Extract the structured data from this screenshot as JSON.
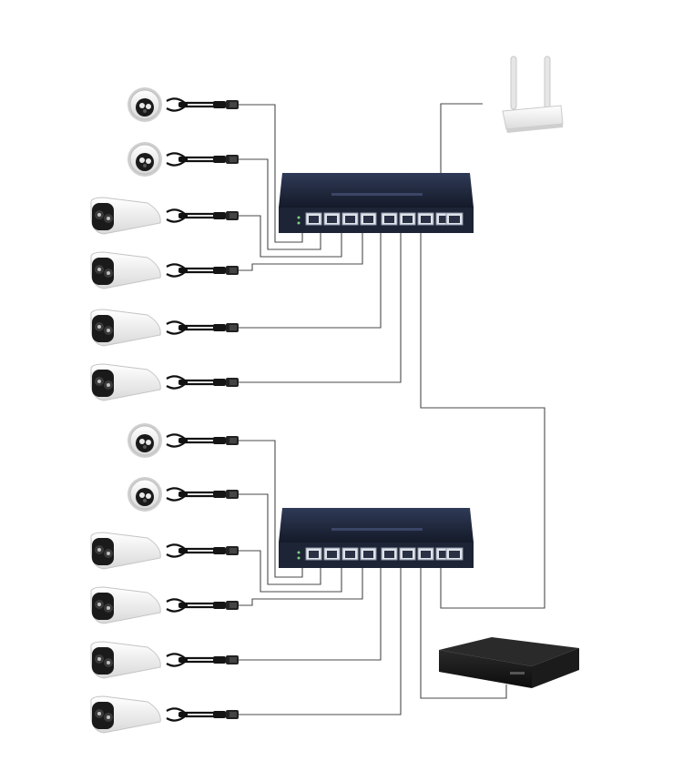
{
  "diagram": {
    "type": "network-topology",
    "colors": {
      "background": "#ffffff",
      "wire": "#4a4a4a",
      "switch_body": "#1c2436",
      "switch_top": "#2b3550",
      "port": "#dfe3ea",
      "camera_body": "#f2f2f2",
      "camera_lens": "#1a1a1a",
      "router_body": "#f5f5f5",
      "nvr_body": "#151515"
    },
    "devices": [
      {
        "id": "router",
        "kind": "wifi-router"
      },
      {
        "id": "switch-top",
        "kind": "poe-switch",
        "ports": 9
      },
      {
        "id": "switch-bottom",
        "kind": "poe-switch",
        "ports": 9
      },
      {
        "id": "nvr",
        "kind": "nvr-recorder"
      },
      {
        "id": "cam-1",
        "kind": "dome-camera",
        "group": "top"
      },
      {
        "id": "cam-2",
        "kind": "dome-camera",
        "group": "top"
      },
      {
        "id": "cam-3",
        "kind": "bullet-camera",
        "group": "top"
      },
      {
        "id": "cam-4",
        "kind": "bullet-camera",
        "group": "top"
      },
      {
        "id": "cam-5",
        "kind": "bullet-camera",
        "group": "top"
      },
      {
        "id": "cam-6",
        "kind": "bullet-camera",
        "group": "top"
      },
      {
        "id": "cam-7",
        "kind": "dome-camera",
        "group": "bottom"
      },
      {
        "id": "cam-8",
        "kind": "dome-camera",
        "group": "bottom"
      },
      {
        "id": "cam-9",
        "kind": "bullet-camera",
        "group": "bottom"
      },
      {
        "id": "cam-10",
        "kind": "bullet-camera",
        "group": "bottom"
      },
      {
        "id": "cam-11",
        "kind": "bullet-camera",
        "group": "bottom"
      },
      {
        "id": "cam-12",
        "kind": "bullet-camera",
        "group": "bottom"
      }
    ],
    "connections": [
      {
        "from": "cam-1",
        "to": "switch-top",
        "port": 1
      },
      {
        "from": "cam-2",
        "to": "switch-top",
        "port": 2
      },
      {
        "from": "cam-3",
        "to": "switch-top",
        "port": 3
      },
      {
        "from": "cam-4",
        "to": "switch-top",
        "port": 4
      },
      {
        "from": "cam-5",
        "to": "switch-top",
        "port": 5
      },
      {
        "from": "cam-6",
        "to": "switch-top",
        "port": 6
      },
      {
        "from": "switch-top",
        "to": "router",
        "port": 9
      },
      {
        "from": "switch-top",
        "to": "switch-bottom",
        "port": 7
      },
      {
        "from": "cam-7",
        "to": "switch-bottom",
        "port": 1
      },
      {
        "from": "cam-8",
        "to": "switch-bottom",
        "port": 2
      },
      {
        "from": "cam-9",
        "to": "switch-bottom",
        "port": 3
      },
      {
        "from": "cam-10",
        "to": "switch-bottom",
        "port": 4
      },
      {
        "from": "cam-11",
        "to": "switch-bottom",
        "port": 5
      },
      {
        "from": "cam-12",
        "to": "switch-bottom",
        "port": 6
      },
      {
        "from": "switch-bottom",
        "to": "nvr",
        "port": 7
      }
    ]
  }
}
